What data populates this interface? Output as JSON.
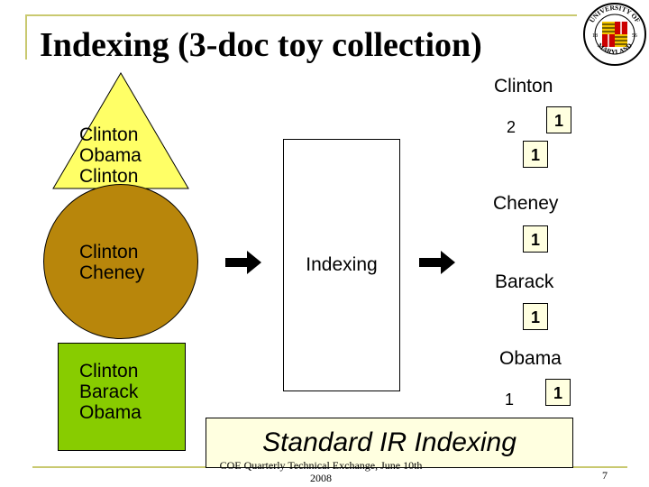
{
  "title": "Indexing (3-doc toy collection)",
  "seal": {
    "top_text": "UNIVERSITY OF",
    "bottom_text": "MARYLAND",
    "year_left": "18",
    "year_right": "56"
  },
  "documents": [
    {
      "shape": "triangle",
      "color": "#ffff66",
      "lines": [
        "Clinton",
        "Obama",
        "Clinton"
      ]
    },
    {
      "shape": "circle",
      "color": "#b8860b",
      "lines": [
        "Clinton",
        "Cheney"
      ]
    },
    {
      "shape": "rectangle",
      "color": "#88cc00",
      "lines": [
        "Clinton",
        "Barack",
        "Obama"
      ]
    }
  ],
  "indexing_label": "Indexing",
  "terms": {
    "clinton": {
      "label": "Clinton",
      "counts": [
        "2",
        "1",
        "1"
      ]
    },
    "cheney": {
      "label": "Cheney",
      "counts": [
        "1"
      ]
    },
    "barack": {
      "label": "Barack",
      "counts": [
        "1"
      ]
    },
    "obama": {
      "label": "Obama",
      "counts": [
        "1",
        "1"
      ]
    }
  },
  "caption": "Standard IR Indexing",
  "footer": {
    "line1": "COE Quarterly Technical Exchange, June 10th",
    "line2": "2008"
  },
  "page_number": "7",
  "colors": {
    "frame": "#c9c970",
    "count_box": "#ffffe0",
    "arrow": "#000000"
  }
}
